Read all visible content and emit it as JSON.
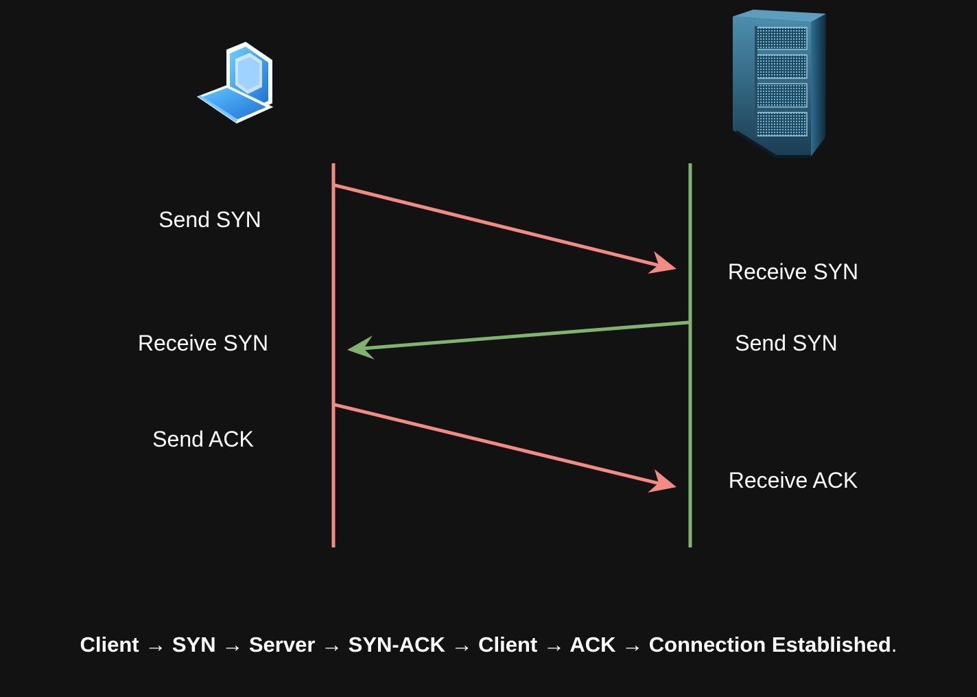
{
  "diagram": {
    "client_icon": "laptop-icon",
    "server_icon": "server-rack-icon",
    "client_line_color": "#f28b82",
    "server_line_color": "#7fb36f",
    "client_labels": {
      "send_syn": "Send SYN",
      "receive_syn": "Receive SYN",
      "send_ack": "Send ACK"
    },
    "server_labels": {
      "receive_syn": "Receive SYN",
      "send_syn": "Send SYN",
      "receive_ack": "Receive ACK"
    },
    "caption": {
      "client1": "Client",
      "arrow1": "→",
      "syn": "SYN",
      "arrow2": "→",
      "server": "Server",
      "arrow3": "→",
      "syn_ack": "SYN-ACK",
      "arrow4": "→",
      "client2": "Client",
      "arrow5": "→",
      "ack": "ACK",
      "arrow6": "→",
      "established": "Connection Established",
      "period": "."
    }
  }
}
